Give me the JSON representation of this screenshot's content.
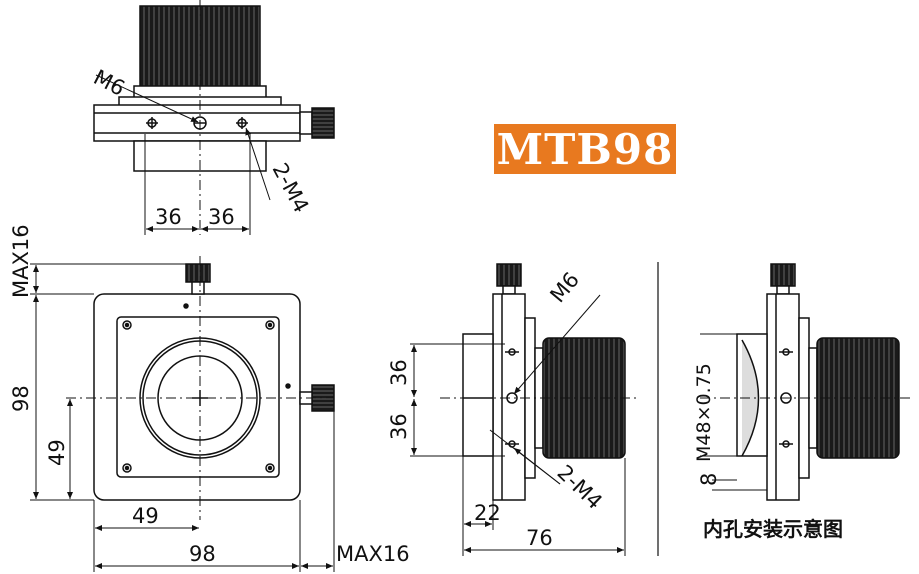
{
  "title": "MTB98",
  "caption": "内孔安装示意图",
  "colors": {
    "badge": "#e8791f",
    "line": "#111111"
  },
  "top_view": {
    "thread_label": "M6",
    "hole_label": "2-M4",
    "dims": [
      "36",
      "36"
    ]
  },
  "front_view": {
    "dims": {
      "left_max": "MAX16",
      "height": "98",
      "center_height": "49",
      "center_width": "49",
      "width": "98",
      "right_max": "MAX16"
    }
  },
  "side_view": {
    "thread_label": "M6",
    "hole_label": "2-M4",
    "dims": {
      "upper": "36",
      "lower": "36",
      "thickness": "22",
      "depth": "76"
    }
  },
  "mount_view": {
    "thread_label": "M48×0.75",
    "depth": "8"
  }
}
